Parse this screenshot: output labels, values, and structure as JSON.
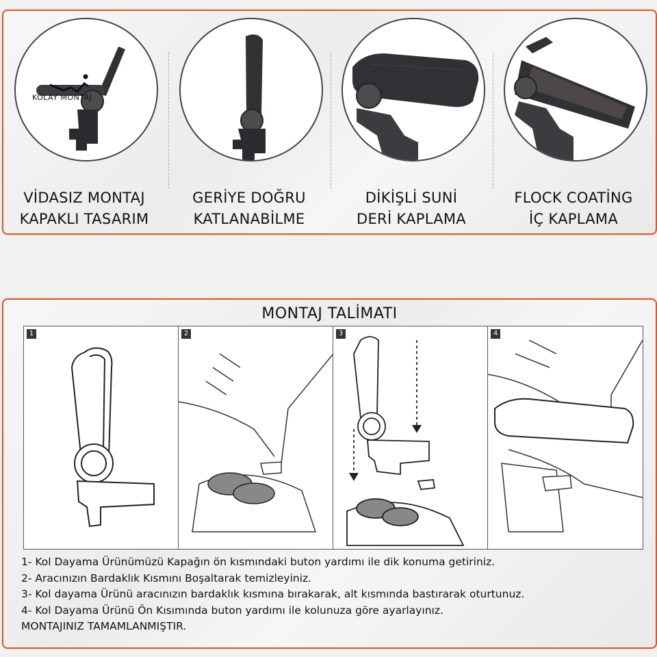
{
  "features": [
    {
      "line1": "VİDASIZ MONTAJ",
      "line2": "KAPAKLI TASARIM",
      "badge": "KOLAY MONTAJ"
    },
    {
      "line1": "GERİYE DOĞRU",
      "line2": "KATLANABİLME"
    },
    {
      "line1": "DİKİŞLİ SUNİ",
      "line2": "DERİ KAPLAMA"
    },
    {
      "line1": "FLOCK COATİNG",
      "line2": "İÇ KAPLAMA"
    }
  ],
  "install": {
    "title": "MONTAJ TALİMATI",
    "steps": [
      "1",
      "2",
      "3",
      "4"
    ],
    "instructions": [
      "1- Kol Dayama Ürünümüzü Kapağın ön kısmındaki buton yardımı ile dik konuma getiriniz.",
      "2- Aracınızın Bardaklık Kısmını Boşaltarak temizleyiniz.",
      "3- Kol dayama Ürünü aracınızın bardaklık kısmına bırakarak, alt kısmında bastırarak oturtunuz.",
      "4- Kol Dayama Ürünü Ön Kısımında buton yardımı ile kolunuza göre ayarlayınız.",
      "MONTAJINIZ TAMAMLANMIŞTIR."
    ]
  },
  "colors": {
    "accent": "#d9582b",
    "product": "#2f3134"
  }
}
